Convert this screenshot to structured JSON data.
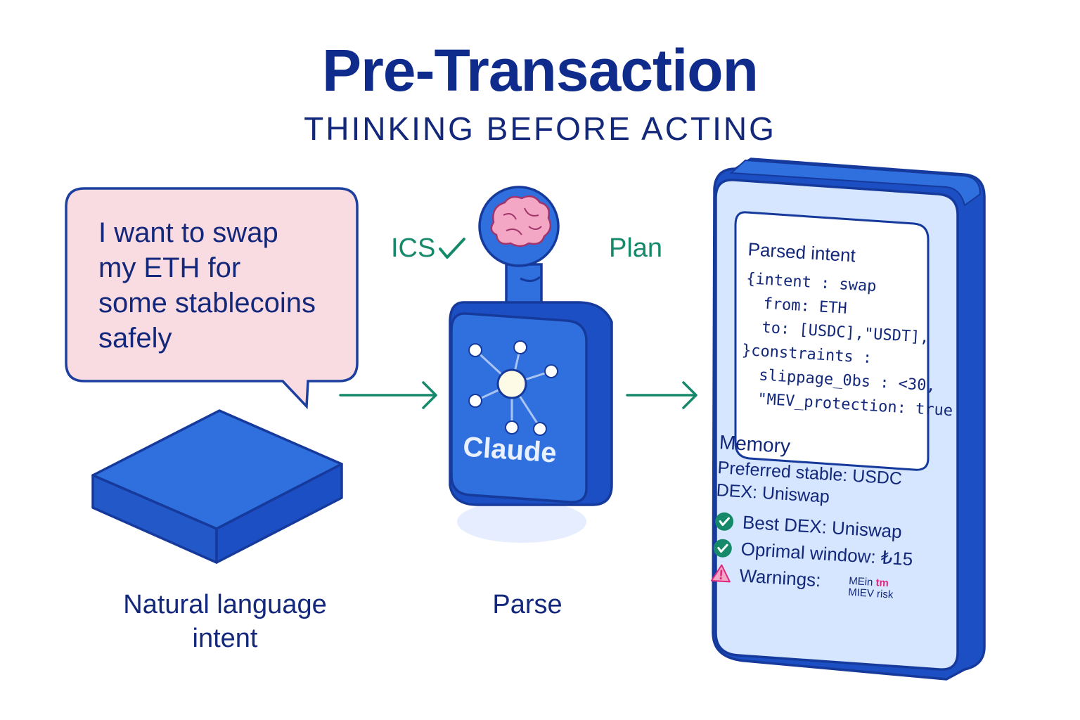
{
  "header": {
    "title": "Pre-Transaction",
    "subtitle": "THINKING BEFORE ACTING"
  },
  "intent_bubble": {
    "lines": [
      "I want to swap",
      "my ETH for",
      "some stablecoins",
      "safely"
    ]
  },
  "captions": {
    "natural_language": [
      "Natural language",
      "intent"
    ],
    "parse": "Parse"
  },
  "labels": {
    "ics": "ICS",
    "plan": "Plan",
    "claude": "Claude"
  },
  "panel": {
    "parsed_title": "Parsed intent",
    "code_lines": [
      "{intent : swap",
      "  from: ETH",
      "  to: [USDC],\"USDT],",
      "}constraints :",
      "  slippage_0bs : <30,",
      "  \"MEV_protection: true"
    ],
    "memory_title": "Memory",
    "memory_lines": [
      "Preferred stable: USDC",
      "DEX: Uniswap"
    ],
    "checks": [
      "Best DEX: Uniswap",
      "Oprimal window: ₺15"
    ],
    "warnings_label": "Warnings:",
    "warning_items": [
      "MEin",
      "tm",
      "MIEV risk"
    ]
  },
  "colors": {
    "title": "#0f2c8c",
    "text": "#13287a",
    "accent_blue": "#2f6fde",
    "blue_dark": "#1d4fc4",
    "bubble_pink": "#f9dbe2",
    "panel_light": "#d6e6ff",
    "green": "#16896a",
    "pink_warning": "#e0267e",
    "brain_pink": "#f4a7c4"
  },
  "icons": [
    "speech-bubble",
    "blue-slab",
    "brain-icon",
    "network-icon",
    "arrow-right-icon",
    "check-icon",
    "warning-icon"
  ]
}
